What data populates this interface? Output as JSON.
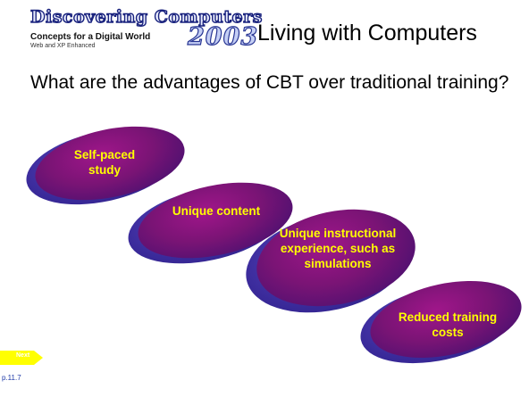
{
  "logo": {
    "main": "Discovering Computers",
    "year": "2003",
    "subtitle": "Concepts for a Digital World",
    "edition": "Web and XP Enhanced"
  },
  "slide": {
    "title": "Living with Computers",
    "question": "What are the advantages of CBT over traditional training?"
  },
  "advantages": [
    "Self-paced study",
    "Unique content",
    "Unique instructional experience, such as simulations",
    "Reduced training costs"
  ],
  "nav": {
    "next_label": "Next",
    "page_ref": "p.11.7"
  },
  "colors": {
    "ellipse_fill": "#7a1475",
    "ellipse_shadow": "#3a2a9a",
    "ellipse_text": "#ffff00",
    "next_arrow": "#ffff00",
    "page_ref": "#1f3aa8"
  }
}
